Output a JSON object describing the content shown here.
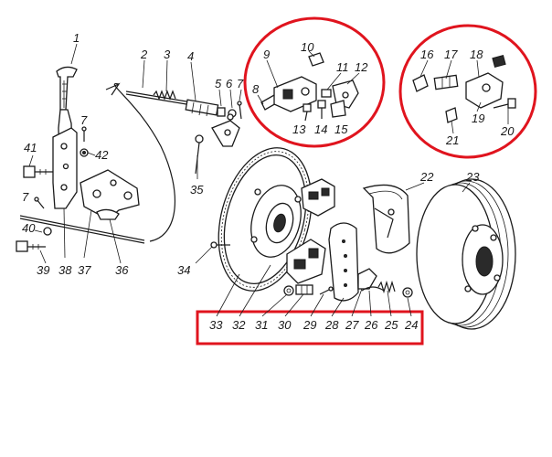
{
  "labels": {
    "l1": "1",
    "l2": "2",
    "l3": "3",
    "l4": "4",
    "l5": "5",
    "l6": "6",
    "l7a": "7",
    "l7b": "7",
    "l7c": "7",
    "l8": "8",
    "l9": "9",
    "l10": "10",
    "l11": "11",
    "l12": "12",
    "l13": "13",
    "l14": "14",
    "l15": "15",
    "l16": "16",
    "l17": "17",
    "l18": "18",
    "l19": "19",
    "l20": "20",
    "l21": "21",
    "l22": "22",
    "l23": "23",
    "l24": "24",
    "l25": "25",
    "l26": "26",
    "l27": "27",
    "l28": "28",
    "l29": "29",
    "l30": "30",
    "l31": "31",
    "l32": "32",
    "l33": "33",
    "l34": "34",
    "l35": "35",
    "l36": "36",
    "l37": "37",
    "l38": "38",
    "l39": "39",
    "l40": "40",
    "l41": "41",
    "l42": "42"
  },
  "colors": {
    "highlight": "#e0141e",
    "ink": "#1a1a1a",
    "background": "#ffffff"
  }
}
